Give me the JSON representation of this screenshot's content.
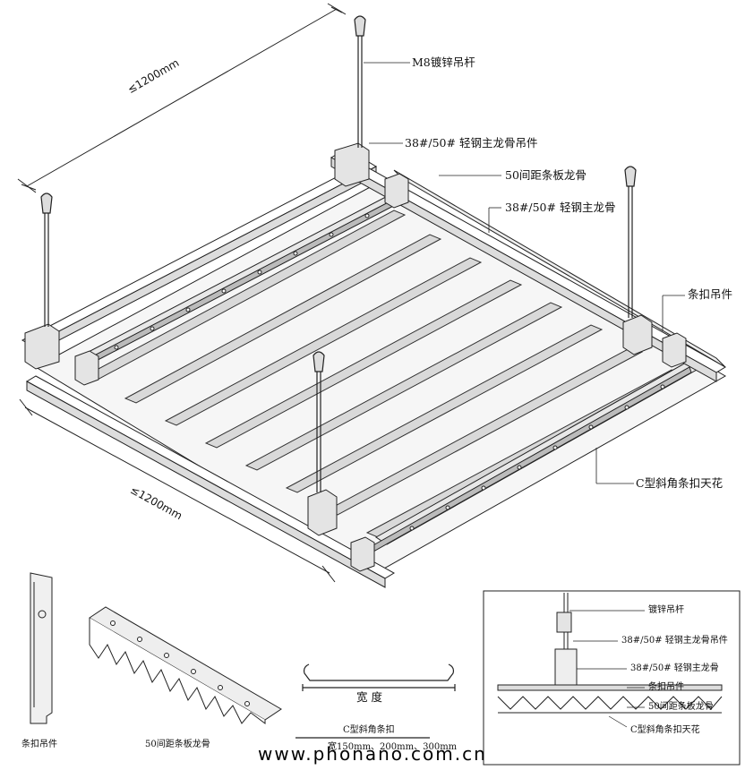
{
  "main_labels": {
    "m8_rod": "M8镀锌吊杆",
    "main_hanger": "38#/50# 轻钢主龙骨吊件",
    "strip_keel": "50间距条板龙骨",
    "main_keel": "38#/50# 轻钢主龙骨",
    "clip_hanger": "条扣吊件",
    "ceiling": "C型斜角条扣天花"
  },
  "dimensions": {
    "top": "≤1200mm",
    "bottom": "≤1200mm"
  },
  "parts": {
    "clip_hanger": "条扣吊件",
    "strip_keel": "50间距条板龙骨"
  },
  "profile": {
    "width_label": "宽 度",
    "name": "C型斜角条扣",
    "sizes": "宽150mm、200mm、300mm"
  },
  "section_labels": {
    "rod": "镀锌吊杆",
    "main_hanger": "38#/50# 轻钢主龙骨吊件",
    "main_keel": "38#/50# 轻钢主龙骨",
    "clip_hanger": "条扣吊件",
    "strip_keel": "50间距条板龙骨",
    "ceiling": "C型斜角条扣天花"
  },
  "watermark": "www.phonano.com.cn"
}
